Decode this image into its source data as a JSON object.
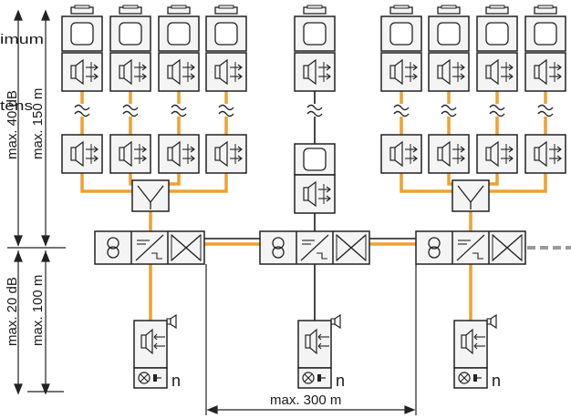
{
  "labels": {
    "left_top_a": "max.  40  dB",
    "left_top_b": "max.  150  m",
    "left_bottom_a": "max.  20  dB",
    "left_bottom_b": "max.  100  m",
    "clip_top": "imum",
    "clip_mid": "tens",
    "distance": "max.  300  m",
    "n_left": "n",
    "n_center": "n",
    "n_right": "n"
  },
  "colors": {
    "fiber": "#f0a030",
    "line": "#1a1a1a",
    "box_fill": "#f4f4f4",
    "box_stroke": "#222222",
    "dash": "#9a9a9a"
  }
}
